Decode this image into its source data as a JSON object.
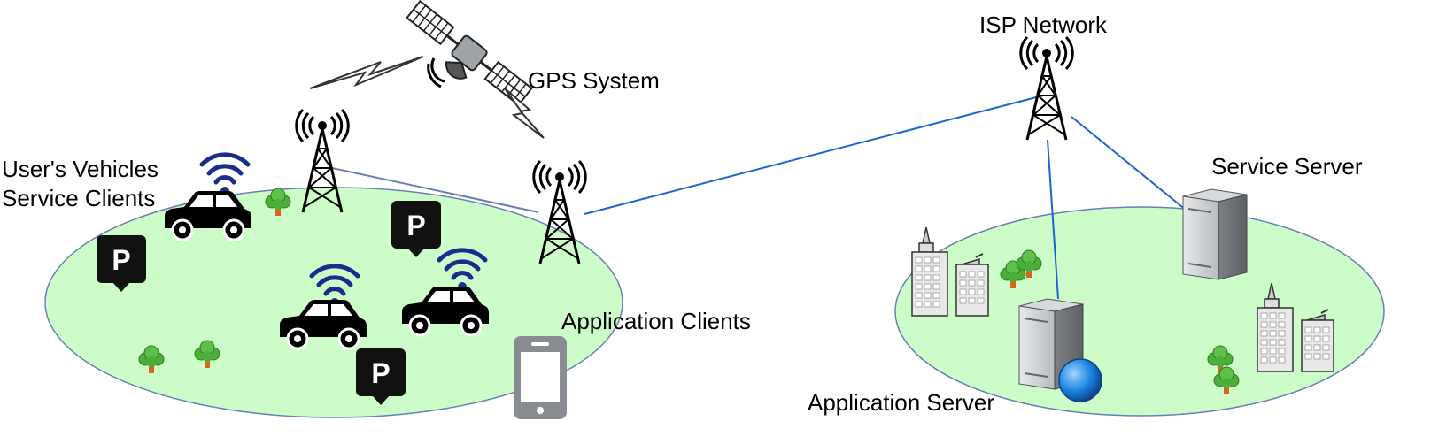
{
  "labels": {
    "gps_system": "GPS System",
    "isp_network": "ISP Network",
    "users_vehicles": "User's Vehicles",
    "service_clients": "Service Clients",
    "application_clients": "Application Clients",
    "service_server": "Service Server",
    "application_server": "Application Server"
  },
  "parking_sign_letter": "P",
  "colors": {
    "zone_fill": "#ccfcc8",
    "zone_stroke": "#6a7fb5",
    "link_line": "#1a66cc",
    "wifi": "#1a2c8c",
    "car": "#000000",
    "parking_sign": "#111111",
    "tree_leaf": "#4caf3a",
    "tree_trunk": "#d8661a",
    "server": "#a6a9ad",
    "globe": "#1e88e5"
  },
  "icons": {
    "satellite": "satellite-icon",
    "tower": "radio-tower-icon",
    "car": "car-icon",
    "wifi": "wifi-icon",
    "parking": "parking-sign-icon",
    "tree": "tree-icon",
    "building": "building-icon",
    "server": "server-icon",
    "globe": "globe-icon",
    "phone": "smartphone-icon",
    "lightning": "signal-bolt-icon"
  }
}
